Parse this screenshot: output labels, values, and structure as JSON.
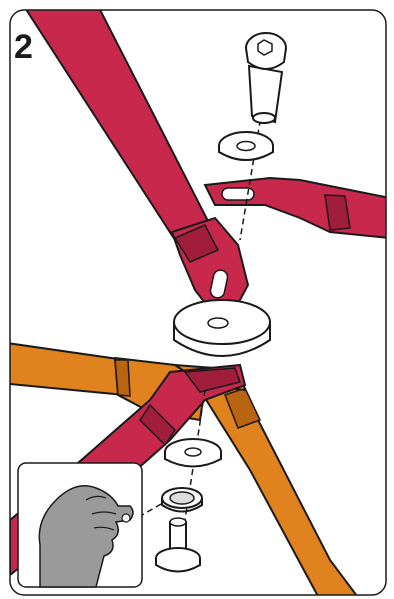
{
  "step_number": "2",
  "colors": {
    "crimson": "#c8284b",
    "crimson_dark": "#a01d3b",
    "orange": "#e0821e",
    "orange_dark": "#b86410",
    "outline": "#1a1a1a",
    "hardware": "#ffffff",
    "hand": "#9a9a9a"
  },
  "parts": [
    {
      "name": "bolt-top",
      "icon": "bolt-icon"
    },
    {
      "name": "washer-top",
      "icon": "washer-icon"
    },
    {
      "name": "spacer-disc",
      "icon": "spacer-icon"
    },
    {
      "name": "washer-bottom",
      "icon": "washer-icon"
    },
    {
      "name": "nut-washer",
      "icon": "washer-icon"
    },
    {
      "name": "bolt-bottom",
      "icon": "bolt-icon"
    }
  ],
  "inset": {
    "icon": "hand-icon",
    "description_visible": false
  }
}
